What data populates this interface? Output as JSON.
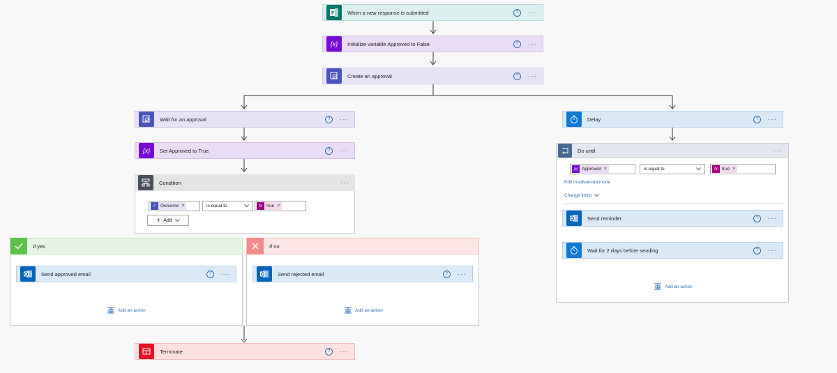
{
  "trigger": {
    "title": "When a new response is submitted",
    "icon": "forms-icon",
    "color": "#077568"
  },
  "init_var": {
    "title": "Initialize variable Approved to False",
    "icon": "variable-icon",
    "color": "#770bd6"
  },
  "create_approval": {
    "title": "Create an approval",
    "icon": "approval-icon",
    "color": "#4b53bc"
  },
  "wait_approval": {
    "title": "Wait for an approval"
  },
  "set_true": {
    "title": "Set Approved to True"
  },
  "condition": {
    "title": "Condition",
    "token": "Outcome",
    "operator": "is equal to",
    "value": "true",
    "add_label": "Add"
  },
  "if_yes": {
    "title": "If yes",
    "action": "Send approved email",
    "add_action": "Add an action"
  },
  "if_no": {
    "title": "If no",
    "action": "Send rejected email",
    "add_action": "Add an action"
  },
  "terminate": {
    "title": "Terminate",
    "color": "#e81123"
  },
  "delay": {
    "title": "Delay"
  },
  "do_until": {
    "title": "Do until",
    "token": "Approved",
    "operator": "is equal to",
    "value": "true",
    "advanced_link": "Edit in advanced mode",
    "change_limits": "Change limits",
    "action1": "Send reminder",
    "action2": "Wait for 2 days before sending",
    "add_action": "Add an action"
  },
  "help_glyph": "?",
  "more_glyph": "···",
  "remove_glyph": "×"
}
